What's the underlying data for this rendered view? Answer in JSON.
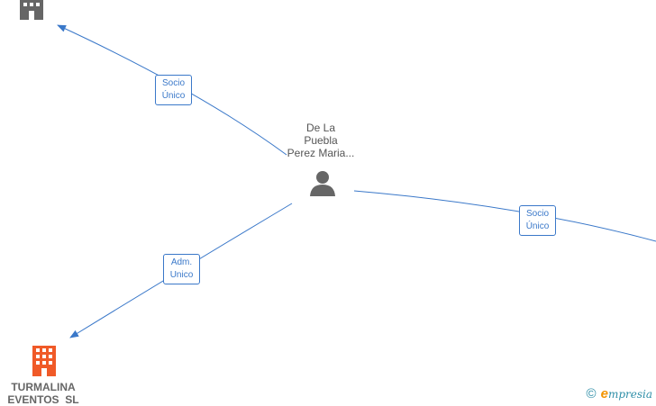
{
  "person": {
    "name_lines": [
      "De La",
      "Puebla",
      "Perez Maria..."
    ],
    "icon": "person-icon"
  },
  "companies": [
    {
      "id": "top-left",
      "name_lines": [],
      "color": "#666666",
      "icon": "building-icon"
    },
    {
      "id": "turmalina",
      "name_lines": [
        "TURMALINA",
        "EVENTOS  SL"
      ],
      "color": "#f05a28",
      "icon": "building-icon"
    }
  ],
  "edges": [
    {
      "id": "to-top-left",
      "label_lines": [
        "Socio",
        "Único"
      ]
    },
    {
      "id": "to-right",
      "label_lines": [
        "Socio",
        "Único"
      ]
    },
    {
      "id": "to-turmalina",
      "label_lines": [
        "Adm.",
        "Unico"
      ]
    }
  ],
  "colors": {
    "edge": "#3a78c9",
    "person": "#666666"
  },
  "watermark": {
    "copyright": "©",
    "brand_initial": "e",
    "brand_rest": "mpresia"
  }
}
